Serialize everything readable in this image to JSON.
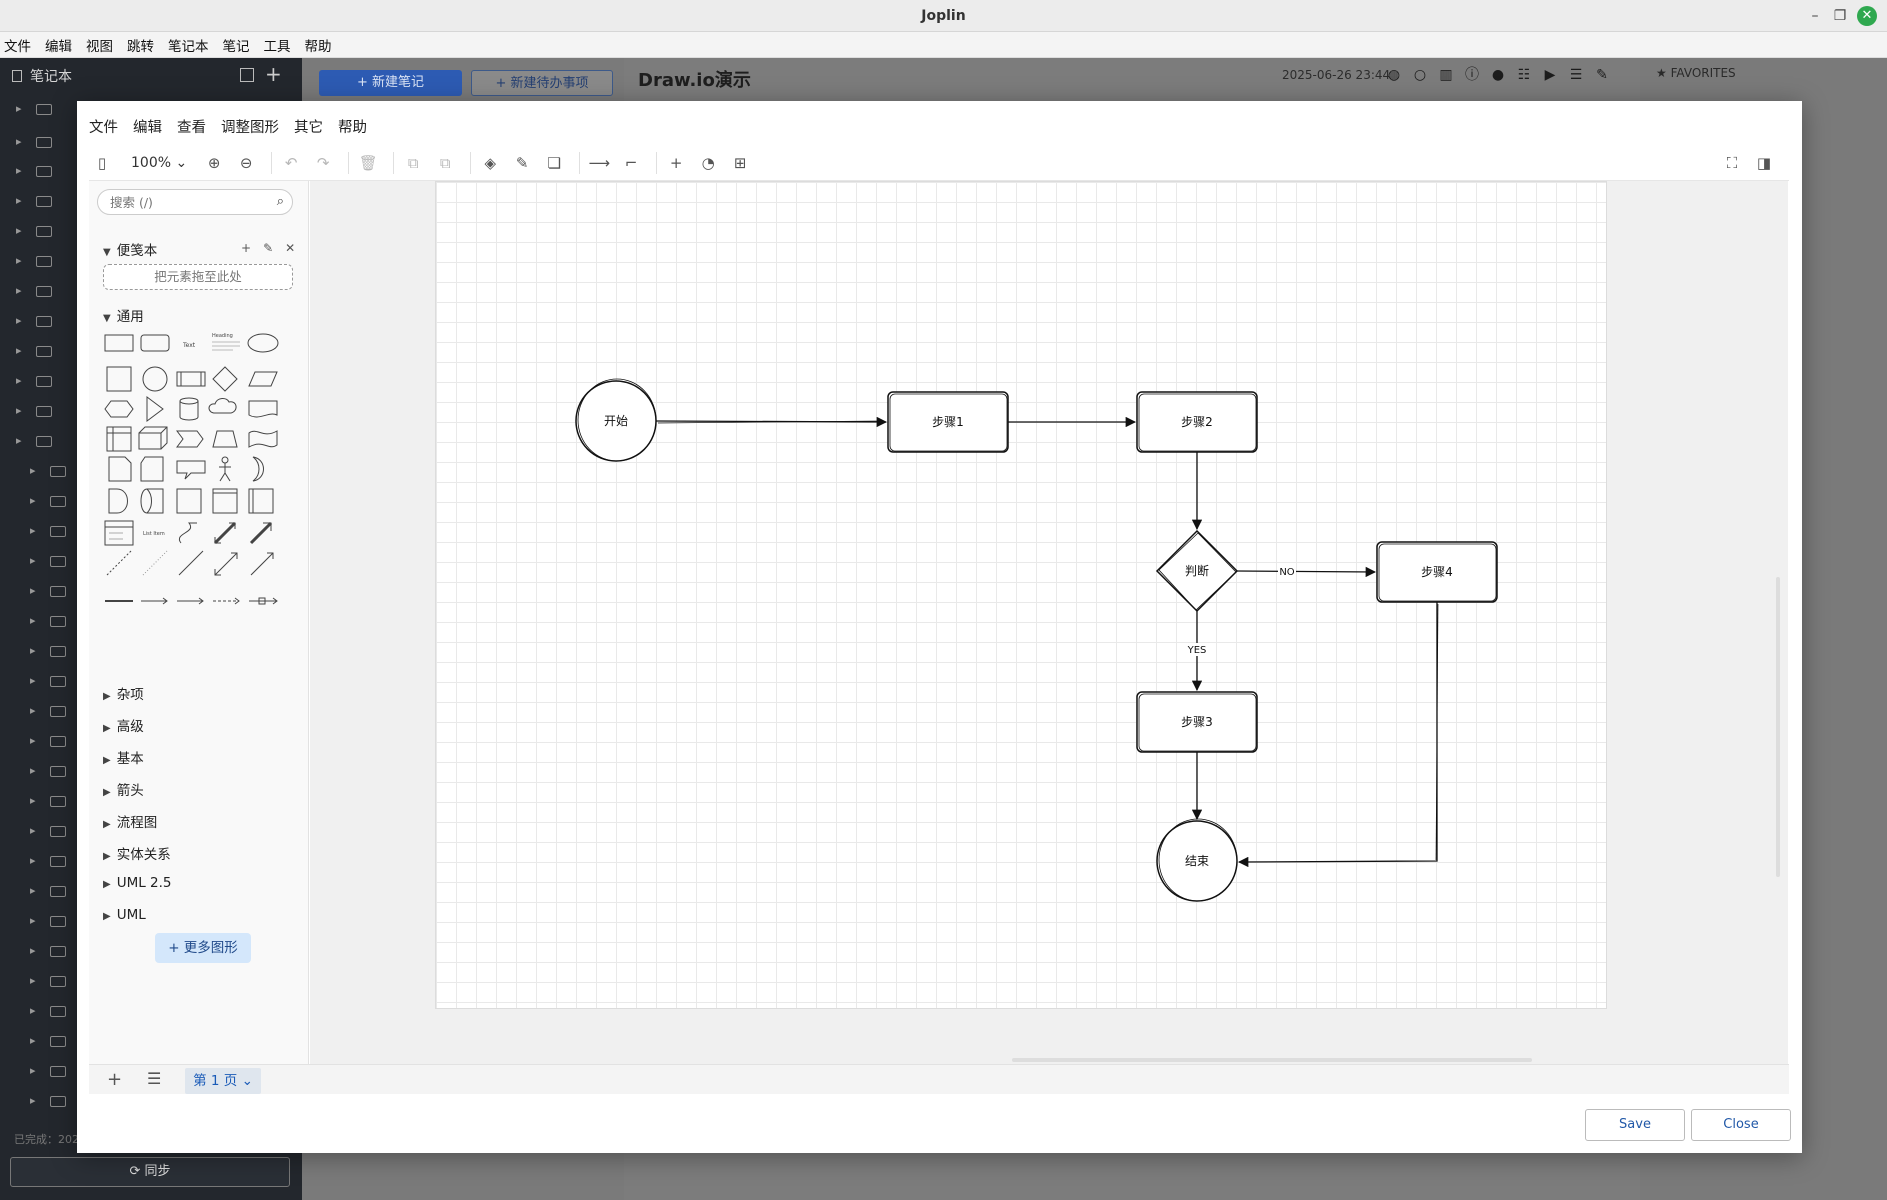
{
  "window": {
    "title": "Joplin"
  },
  "app_menu": [
    "文件",
    "编辑",
    "视图",
    "跳转",
    "笔记本",
    "笔记",
    "工具",
    "帮助"
  ],
  "sidebar": {
    "header": "笔记本",
    "sync_label": "同步",
    "status_text": "已完成：202"
  },
  "note_list": {
    "new_note": "+ 新建笔记",
    "new_todo": "+ 新建待办事项"
  },
  "editor": {
    "title": "Draw.io演示",
    "date": "2025-06-26 23:44"
  },
  "right_pane": {
    "favorites": "FAVORITES"
  },
  "drawio": {
    "menu": [
      "文件",
      "编辑",
      "查看",
      "调整图形",
      "其它",
      "帮助"
    ],
    "zoom": "100%",
    "search_placeholder": "搜索 (/)",
    "scratchpad": "便笺本",
    "drop_hint": "把元素拖至此处",
    "general": "通用",
    "libraries": [
      "杂项",
      "高级",
      "基本",
      "箭头",
      "流程图",
      "实体关系",
      "UML 2.5",
      "UML"
    ],
    "more_shapes": "+ 更多图形",
    "page_tab": "第 1 页",
    "shape_text_label": "Text",
    "shape_heading_label": "Heading",
    "shape_list_label": "List Item"
  },
  "diagram": {
    "nodes": {
      "start": "开始",
      "step1": "步骤1",
      "step2": "步骤2",
      "decision": "判断",
      "step4": "步骤4",
      "step3": "步骤3",
      "end": "结束"
    },
    "edge_labels": {
      "no": "NO",
      "yes": "YES"
    }
  },
  "buttons": {
    "save": "Save",
    "close": "Close"
  },
  "colors": {
    "accent": "#2d5bb3",
    "close_button": "#2fa84f",
    "page_tab_text": "#1a5bb8"
  }
}
